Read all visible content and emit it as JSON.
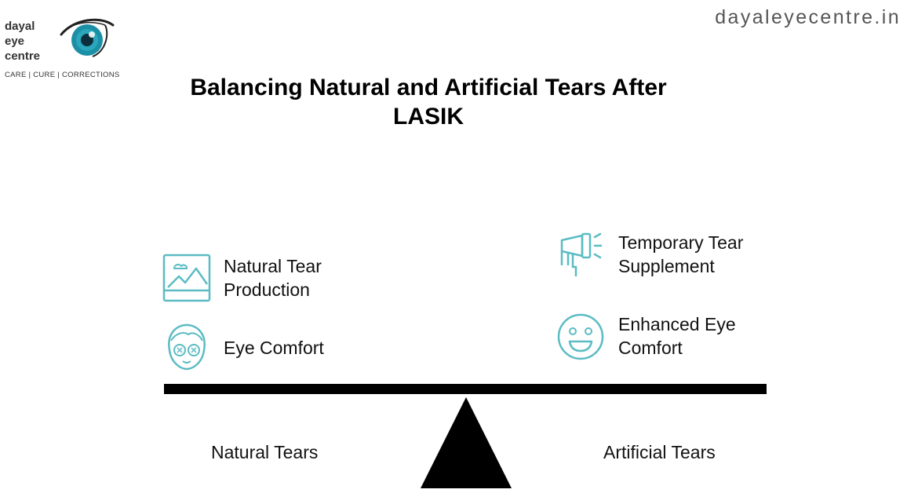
{
  "brand": {
    "name_lines": [
      "dayal",
      "eye",
      "centre"
    ],
    "tagline": "CARE | CURE | CORRECTIONS",
    "website": "dayaleyecentre.in"
  },
  "title": "Balancing Natural and Artificial Tears After LASIK",
  "colors": {
    "accent": "#5bbcc3",
    "eye_iris": "#1b8fa6",
    "beam": "#000000",
    "text": "#111111"
  },
  "left": {
    "label": "Natural Tears",
    "items": [
      {
        "icon": "landscape-picture-icon",
        "lines": [
          "Natural Tear",
          "Production"
        ]
      },
      {
        "icon": "face-cooling-mask-icon",
        "lines": [
          "Eye Comfort"
        ]
      }
    ]
  },
  "right": {
    "label": "Artificial Tears",
    "items": [
      {
        "icon": "spray-bottle-icon",
        "lines": [
          "Temporary Tear",
          "Supplement"
        ]
      },
      {
        "icon": "smiley-face-icon",
        "lines": [
          "Enhanced Eye",
          "Comfort"
        ]
      }
    ]
  }
}
